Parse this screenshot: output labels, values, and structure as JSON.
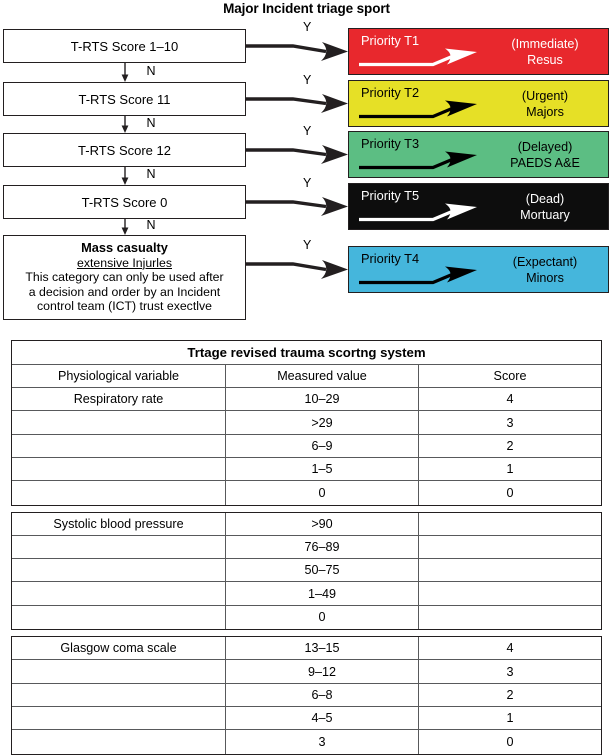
{
  "title": "Major Incident triage sport",
  "flow": {
    "decisions": [
      {
        "label": "T-RTS Score 1–10"
      },
      {
        "label": "T-RTS Score 11"
      },
      {
        "label": "T-RTS Score 12"
      },
      {
        "label": "T-RTS Score 0"
      }
    ],
    "mass_casualty": {
      "title": "Mass casualty",
      "subtitle": "extensive Injurles",
      "line1": "This category can only be used after",
      "line2": "a decision and order by an Incident",
      "line3": "control team (ICT) trust exectlve"
    },
    "yes_label": "Y",
    "no_label": "N",
    "priorities": [
      {
        "label": "Priority T1",
        "outcome_line1": "(Immediate)",
        "outcome_line2": "Resus",
        "bg": "#e8282d",
        "fg": "#ffffff",
        "arrow": "#ffffff"
      },
      {
        "label": "Priority T2",
        "outcome_line1": "(Urgent)",
        "outcome_line2": "Majors",
        "bg": "#e6e026",
        "fg": "#000000",
        "arrow": "#000000"
      },
      {
        "label": "Priority T3",
        "outcome_line1": "(Delayed)",
        "outcome_line2": "PAEDS A&E",
        "bg": "#5cbe83",
        "fg": "#000000",
        "arrow": "#000000"
      },
      {
        "label": "Priority T5",
        "outcome_line1": "(Dead)",
        "outcome_line2": "Mortuary",
        "bg": "#0d0d0d",
        "fg": "#ffffff",
        "arrow": "#ffffff"
      },
      {
        "label": "Priority T4",
        "outcome_line1": "(Expectant)",
        "outcome_line2": "Minors",
        "bg": "#45b6dc",
        "fg": "#000000",
        "arrow": "#000000"
      }
    ]
  },
  "table": {
    "title": "Trtage revised trauma scortng system",
    "headers": [
      "Physiological variable",
      "Measured value",
      "Score"
    ],
    "sections": [
      {
        "rows": [
          {
            "variable": "Respiratory rate",
            "value": "10–29",
            "score": "4"
          },
          {
            "variable": "",
            "value": ">29",
            "score": "3"
          },
          {
            "variable": "",
            "value": "6–9",
            "score": "2"
          },
          {
            "variable": "",
            "value": "1–5",
            "score": "1"
          },
          {
            "variable": "",
            "value": "0",
            "score": "0"
          }
        ]
      },
      {
        "rows": [
          {
            "variable": "Systolic blood pressure",
            "value": ">90",
            "score": ""
          },
          {
            "variable": "",
            "value": "76–89",
            "score": ""
          },
          {
            "variable": "",
            "value": "50–75",
            "score": ""
          },
          {
            "variable": "",
            "value": "1–49",
            "score": ""
          },
          {
            "variable": "",
            "value": "0",
            "score": ""
          }
        ]
      },
      {
        "rows": [
          {
            "variable": "Glasgow coma scale",
            "value": "13–15",
            "score": "4"
          },
          {
            "variable": "",
            "value": "9–12",
            "score": "3"
          },
          {
            "variable": "",
            "value": "6–8",
            "score": "2"
          },
          {
            "variable": "",
            "value": "4–5",
            "score": "1"
          },
          {
            "variable": "",
            "value": "3",
            "score": "0"
          }
        ]
      }
    ]
  }
}
